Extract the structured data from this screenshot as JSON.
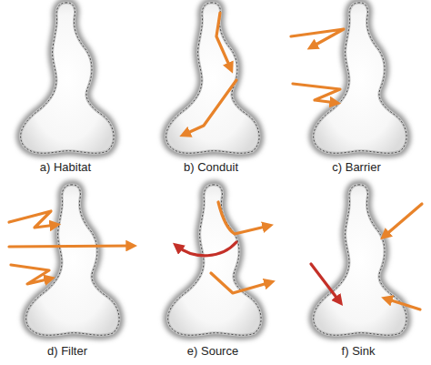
{
  "diagram": {
    "labels": [
      "a) Habitat",
      "b) Conduit",
      "c) Barrier",
      "d) Filter",
      "e) Source",
      "f) Sink"
    ]
  }
}
